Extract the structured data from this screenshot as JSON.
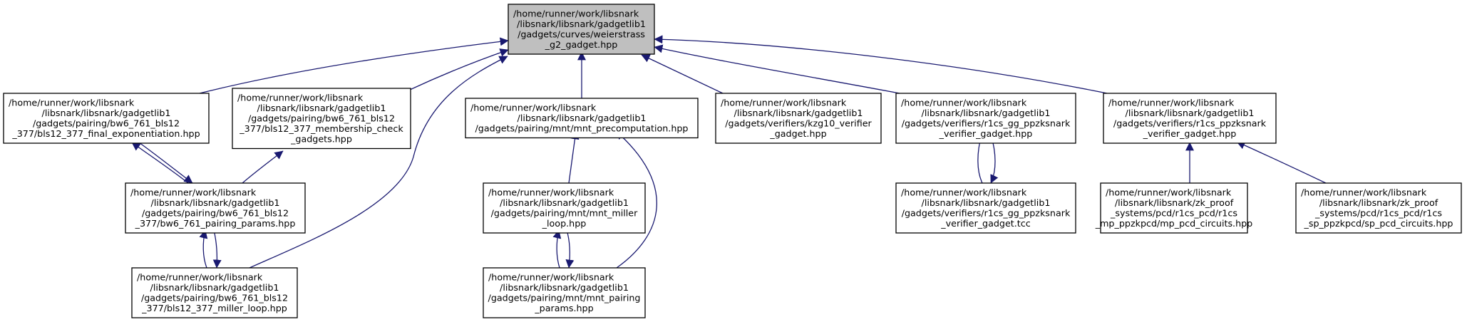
{
  "colors": {
    "edge": "#191970",
    "node_fill": "#ffffff",
    "highlight_fill": "#bfbfbf",
    "border": "#000000"
  },
  "nodes": [
    {
      "id": "root",
      "highlight": true,
      "lines": [
        "/home/runner/work/libsnark",
        "/libsnark/libsnark/gadgetlib1",
        "/gadgets/curves/weierstrass",
        "_g2_gadget.hpp"
      ]
    },
    {
      "id": "final-exp",
      "lines": [
        "/home/runner/work/libsnark",
        "/libsnark/libsnark/gadgetlib1",
        "/gadgets/pairing/bw6_761_bls12",
        "_377/bls12_377_final_exponentiation.hpp"
      ]
    },
    {
      "id": "membership",
      "lines": [
        "/home/runner/work/libsnark",
        "/libsnark/libsnark/gadgetlib1",
        "/gadgets/pairing/bw6_761_bls12",
        "_377/bls12_377_membership_check",
        "_gadgets.hpp"
      ]
    },
    {
      "id": "mnt-precomp",
      "lines": [
        "/home/runner/work/libsnark",
        "/libsnark/libsnark/gadgetlib1",
        "/gadgets/pairing/mnt/mnt_precomputation.hpp"
      ]
    },
    {
      "id": "kzg10",
      "lines": [
        "/home/runner/work/libsnark",
        "/libsnark/libsnark/gadgetlib1",
        "/gadgets/verifiers/kzg10_verifier",
        "_gadget.hpp"
      ]
    },
    {
      "id": "gg-hpp",
      "lines": [
        "/home/runner/work/libsnark",
        "/libsnark/libsnark/gadgetlib1",
        "/gadgets/verifiers/r1cs_gg_ppzksnark",
        "_verifier_gadget.hpp"
      ]
    },
    {
      "id": "ppzk-hpp",
      "lines": [
        "/home/runner/work/libsnark",
        "/libsnark/libsnark/gadgetlib1",
        "/gadgets/verifiers/r1cs_ppzksnark",
        "_verifier_gadget.hpp"
      ]
    },
    {
      "id": "pairing-params",
      "lines": [
        "/home/runner/work/libsnark",
        "/libsnark/libsnark/gadgetlib1",
        "/gadgets/pairing/bw6_761_bls12",
        "_377/bw6_761_pairing_params.hpp"
      ]
    },
    {
      "id": "miller-loop",
      "lines": [
        "/home/runner/work/libsnark",
        "/libsnark/libsnark/gadgetlib1",
        "/gadgets/pairing/bw6_761_bls12",
        "_377/bls12_377_miller_loop.hpp"
      ]
    },
    {
      "id": "mnt-miller",
      "lines": [
        "/home/runner/work/libsnark",
        "/libsnark/libsnark/gadgetlib1",
        "/gadgets/pairing/mnt/mnt_miller",
        "_loop.hpp"
      ]
    },
    {
      "id": "mnt-pairing",
      "lines": [
        "/home/runner/work/libsnark",
        "/libsnark/libsnark/gadgetlib1",
        "/gadgets/pairing/mnt/mnt_pairing",
        "_params.hpp"
      ]
    },
    {
      "id": "gg-tcc",
      "lines": [
        "/home/runner/work/libsnark",
        "/libsnark/libsnark/gadgetlib1",
        "/gadgets/verifiers/r1cs_gg_ppzksnark",
        "_verifier_gadget.tcc"
      ]
    },
    {
      "id": "mp-pcd",
      "lines": [
        "/home/runner/work/libsnark",
        "/libsnark/libsnark/zk_proof",
        "_systems/pcd/r1cs_pcd/r1cs",
        "_mp_ppzkpcd/mp_pcd_circuits.hpp"
      ]
    },
    {
      "id": "sp-pcd",
      "lines": [
        "/home/runner/work/libsnark",
        "/libsnark/libsnark/zk_proof",
        "_systems/pcd/r1cs_pcd/r1cs",
        "_sp_ppzkpcd/sp_pcd_circuits.hpp"
      ]
    }
  ],
  "edges": [
    {
      "from": "final-exp",
      "to": "root"
    },
    {
      "from": "membership",
      "to": "root"
    },
    {
      "from": "miller-loop",
      "to": "root"
    },
    {
      "from": "mnt-precomp",
      "to": "root"
    },
    {
      "from": "kzg10",
      "to": "root"
    },
    {
      "from": "gg-hpp",
      "to": "root"
    },
    {
      "from": "ppzk-hpp",
      "to": "root"
    },
    {
      "from": "pairing-params",
      "to": "final-exp"
    },
    {
      "from": "final-exp",
      "to": "pairing-params"
    },
    {
      "from": "pairing-params",
      "to": "membership"
    },
    {
      "from": "miller-loop",
      "to": "pairing-params"
    },
    {
      "from": "pairing-params",
      "to": "miller-loop"
    },
    {
      "from": "mnt-miller",
      "to": "mnt-precomp"
    },
    {
      "from": "mnt-pairing",
      "to": "mnt-precomp"
    },
    {
      "from": "mnt-pairing",
      "to": "mnt-miller"
    },
    {
      "from": "mnt-miller",
      "to": "mnt-pairing"
    },
    {
      "from": "gg-tcc",
      "to": "gg-hpp"
    },
    {
      "from": "gg-hpp",
      "to": "gg-tcc"
    },
    {
      "from": "mp-pcd",
      "to": "ppzk-hpp"
    },
    {
      "from": "sp-pcd",
      "to": "ppzk-hpp"
    }
  ]
}
